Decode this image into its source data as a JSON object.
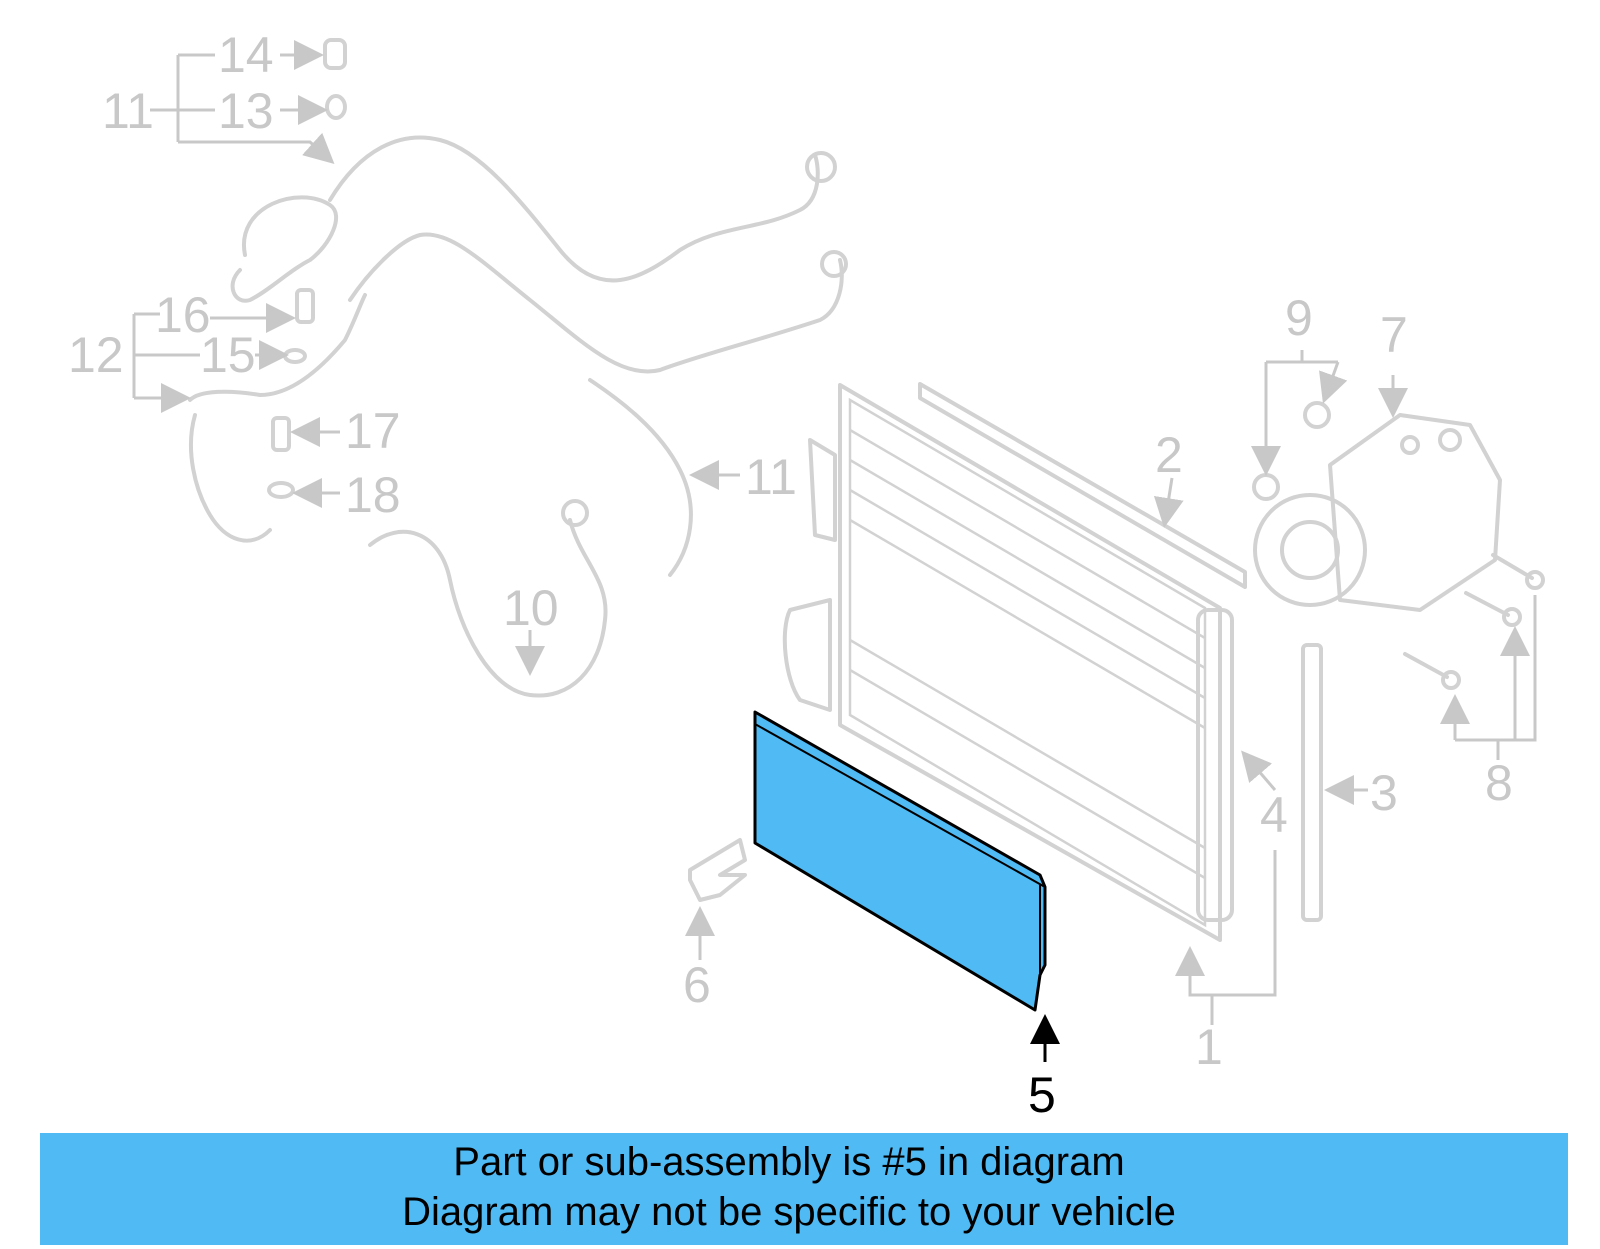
{
  "diagram": {
    "callouts": {
      "c1": "1",
      "c2": "2",
      "c3": "3",
      "c4": "4",
      "c5": "5",
      "c6": "6",
      "c7": "7",
      "c8": "8",
      "c9": "9",
      "c10": "10",
      "c11a": "11",
      "c11b": "11",
      "c12": "12",
      "c13": "13",
      "c14": "14",
      "c15": "15",
      "c16": "16",
      "c17": "17",
      "c18": "18"
    },
    "highlighted_part": "5",
    "colors": {
      "highlight_fill": "#4fbaf3",
      "ghost_line": "#d2d2d2",
      "label_gray": "#c8c8c8"
    }
  },
  "banner": {
    "line1": "Part or sub-assembly is #5 in diagram",
    "line2": "Diagram may not be specific to your vehicle"
  }
}
